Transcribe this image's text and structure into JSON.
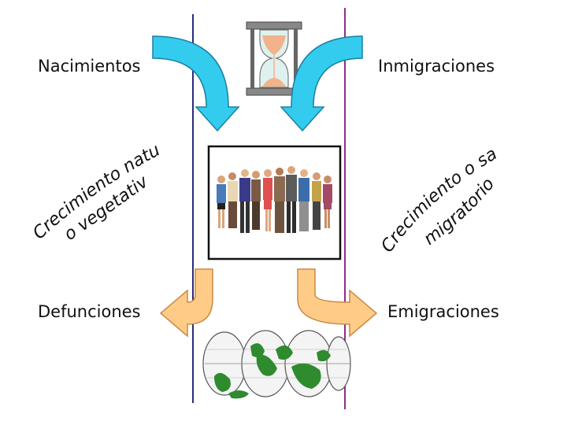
{
  "labels": {
    "births": "Nacimientos",
    "immigration": "Inmigraciones",
    "deaths": "Defunciones",
    "emigration": "Emigraciones"
  },
  "curved_labels": {
    "natural_line1": "Crecimiento natural",
    "natural_line2": "o vegetativo",
    "migratory_line1": "Crecimiento o saldo",
    "migratory_line2": "migratorio"
  },
  "colors": {
    "left_line": "#2b2b7a",
    "right_line": "#8a2e8a",
    "inflow_arrow": "#33ccee",
    "outflow_arrow": "#ffcc88",
    "globe_land": "#2e8b2e"
  },
  "icons": {
    "hourglass": "hourglass-icon",
    "people": "people-group-icon",
    "globe": "globe-map-icon"
  }
}
